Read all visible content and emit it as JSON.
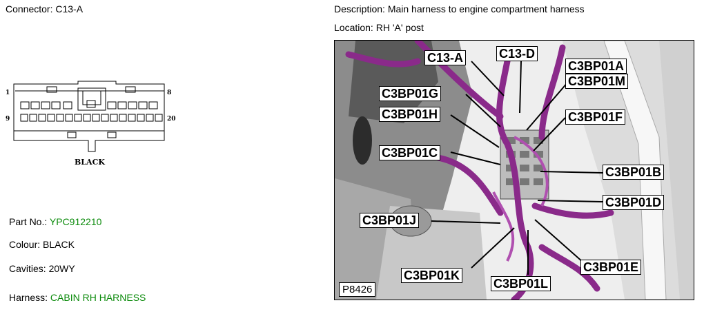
{
  "connector": {
    "label": "Connector:",
    "value": "C13-A"
  },
  "description": {
    "label": "Description:",
    "value": "Main harness to engine compartment harness"
  },
  "location": {
    "label": "Location:",
    "value": "RH 'A' post"
  },
  "part_no": {
    "label": "Part No.:",
    "value": "YPC912210"
  },
  "colour": {
    "label": "Colour:",
    "value": "BLACK"
  },
  "cavities": {
    "label": "Cavities:",
    "value": "20WY"
  },
  "harness": {
    "label": "Harness:",
    "value": "CABIN RH HARNESS"
  },
  "connector_drawing": {
    "pins": {
      "top_left": "1",
      "top_right": "8",
      "bottom_left": "9",
      "bottom_right": "20"
    },
    "colour_label": "BLACK"
  },
  "photo": {
    "reference": "P8426",
    "callouts": [
      "C13-A",
      "C13-D",
      "C3BP01A",
      "C3BP01M",
      "C3BP01G",
      "C3BP01F",
      "C3BP01H",
      "C3BP01C",
      "C3BP01B",
      "C3BP01D",
      "C3BP01J",
      "C3BP01E",
      "C3BP01K",
      "C3BP01L"
    ]
  },
  "colors": {
    "green_value": "#0a8a0a",
    "harness_purple": "#8a2a8a"
  }
}
